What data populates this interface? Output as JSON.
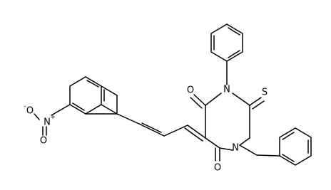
{
  "structure": {
    "atoms": [
      {
        "id": "S",
        "symbol": "S"
      },
      {
        "id": "N1",
        "symbol": "N"
      },
      {
        "id": "N3",
        "symbol": "N"
      },
      {
        "id": "O4",
        "symbol": "O"
      },
      {
        "id": "O6",
        "symbol": "O"
      },
      {
        "id": "NN",
        "symbol": "N",
        "charge": "+"
      },
      {
        "id": "ONa",
        "symbol": "O",
        "charge": "-"
      },
      {
        "id": "ONb",
        "symbol": "O"
      }
    ]
  },
  "colors": {
    "bond": "#000000",
    "background": "#ffffff"
  }
}
